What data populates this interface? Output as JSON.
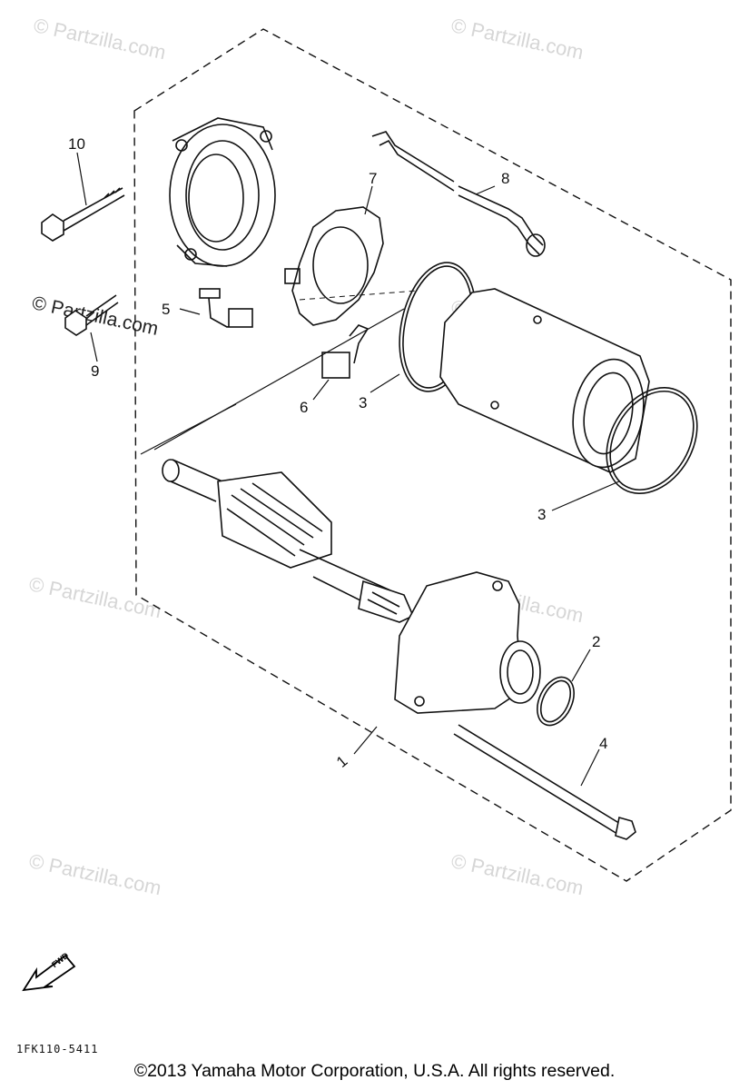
{
  "watermark": "© Partzilla.com",
  "callouts": [
    {
      "id": "1",
      "label": "1"
    },
    {
      "id": "2",
      "label": "2"
    },
    {
      "id": "3a",
      "label": "3"
    },
    {
      "id": "3b",
      "label": "3"
    },
    {
      "id": "4",
      "label": "4"
    },
    {
      "id": "5",
      "label": "5"
    },
    {
      "id": "6",
      "label": "6"
    },
    {
      "id": "7",
      "label": "7"
    },
    {
      "id": "8",
      "label": "8"
    },
    {
      "id": "9",
      "label": "9"
    },
    {
      "id": "10",
      "label": "10"
    }
  ],
  "fwd_label": "FWD",
  "diagram_code": "1FK110-5411",
  "copyright": "©2013 Yamaha Motor Corporation, U.S.A. All rights reserved.",
  "icons": [
    "forward-arrow-icon"
  ]
}
